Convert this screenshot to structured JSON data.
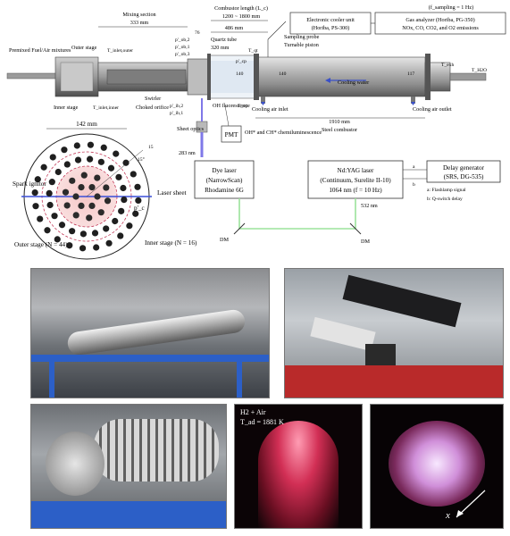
{
  "header": {
    "sampling": "(f_sampling = 1 Hz)"
  },
  "combustor": {
    "fuel_label": "Premixed\nFuel/Air mixtures",
    "outer_stage": "Outer stage",
    "inner_stage": "Inner stage",
    "t_inlet_outer": "T_inlet,outer",
    "t_inlet_inner": "T_inlet,inner",
    "mixing_section": "Mixing section",
    "mixing_len": "333 mm",
    "dim_76": "76",
    "combustor_len": "Combustor length (L_c)",
    "combustor_len_range": "1200 ~ 1800 mm",
    "dim_486": "486 mm",
    "quartz_tube": "Quartz tube",
    "quartz_len": "320 mm",
    "p_os2": "p'_ob,2",
    "p_os1": "p'_ob,1",
    "p_is2": "p'_ib,2",
    "p_is1": "p'_ib,1",
    "p_ob3": "p'_ob,3",
    "choked": "Choked\norifice",
    "swirler": "Swirler",
    "oh_fl": "OH\nfluorescence",
    "t_qt": "T_qt",
    "p_cp": "p'_cp",
    "t_cp": "T_cp",
    "sampling_probe": "Sampling probe",
    "turnable_piston": "Turnable piston",
    "cooling_water": "Cooling water",
    "cooling_air_inlet": "Cooling air inlet",
    "cooling_air_outlet": "Cooling air outlet",
    "t_exh": "T_exh",
    "t_h2o": "T_H2O",
    "dim_1910": "1910 mm",
    "steel_combustor": "Steel combustor",
    "num_140a": "140",
    "num_140b": "140",
    "num_117": "117",
    "electronic_cooler": "Electronic cooler unit",
    "electronic_cooler_model": "(Horiba, PS-300)",
    "gas_analyzer": "Gas analyzer (Horiba, PG-350)",
    "gas_analyzer_species": "NOx, CO, CO2, and O2 emissions"
  },
  "optics": {
    "sheet_optics": "Sheet\noptics",
    "pmt": "PMT",
    "oh_ch": "OH* and CH*\nchemiluminescence",
    "dim_283": "283 nm",
    "dye_laser_1": "Dye laser",
    "dye_laser_2": "(NarrowScan)",
    "dye_laser_3": "Rhodamine 6G",
    "ndyag_1": "Nd:YAG laser",
    "ndyag_2": "(Continuum, Surelite II-10)",
    "ndyag_3": "1064 nm (f = 10 Hz)",
    "dim_532": "532 nm",
    "dm_left": "DM",
    "dm_right": "DM",
    "delay_1": "Delay generator",
    "delay_2": "(SRS, DG-535)",
    "delay_a": "a: Flashlamp signal",
    "delay_b": "b: Q-switch delay",
    "sig_a": "a",
    "sig_b": "b"
  },
  "injector": {
    "diameter": "142 mm",
    "spark": "Spark\nignitor",
    "laser_sheet": "Laser\nsheet",
    "outer_stage": "Outer stage\n(N = 44)",
    "inner_stage": "Inner stage\n(N = 16)",
    "p_c": "p'_c",
    "dim_15": "15",
    "fifteen_deg": "15°"
  },
  "photos": {
    "flame_label_1": "H2 + Air",
    "flame_label_2": "T_ad = 1881 K",
    "axis_x": "x"
  }
}
